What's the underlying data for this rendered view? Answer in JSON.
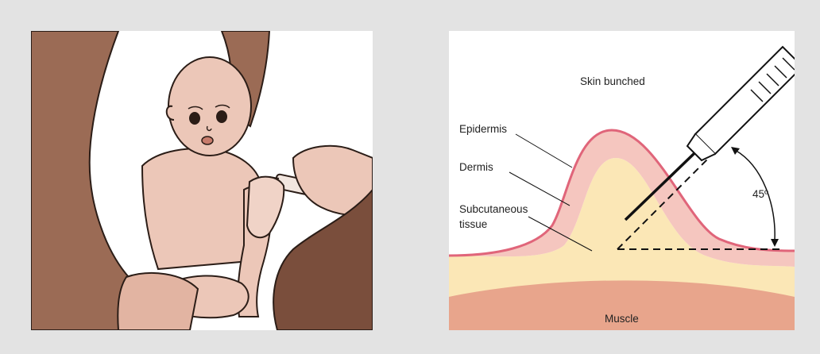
{
  "illustration": {
    "subject": "caregiver-holding-infant-receiving-injection-in-upper-arm"
  },
  "diagram": {
    "labels": {
      "top": "Skin bunched",
      "epidermis": "Epidermis",
      "dermis": "Dermis",
      "subcutaneous_line1": "Subcutaneous",
      "subcutaneous_line2": "tissue",
      "muscle": "Muscle",
      "angle": "45º"
    },
    "colors": {
      "epidermis": "#e0657a",
      "dermis": "#f5c6bf",
      "subcutaneous": "#fbe7b6",
      "muscle": "#e8a58c",
      "skin_tone": "#e6bfae",
      "clothing_brown": "#9b6b55",
      "outline": "#2b1d17"
    }
  }
}
